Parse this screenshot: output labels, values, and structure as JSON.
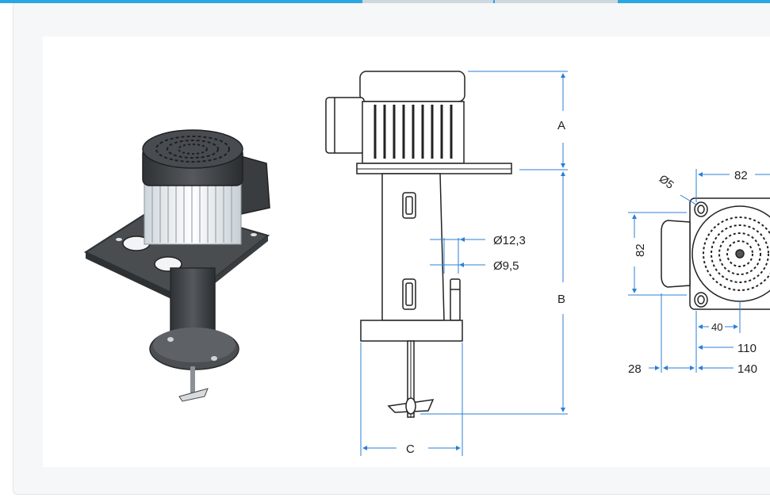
{
  "colors": {
    "accent": "#2aa7e2",
    "tab_inactive": "#cdd8df",
    "panel_bg": "#f6f7f8",
    "dimension_blue": "#2b7fd6",
    "motor_dark": "#3c3f42",
    "fins_light": "#e9eef1"
  },
  "tabs": [
    {
      "state": "active"
    },
    {
      "state": "inactive"
    },
    {
      "state": "inactive"
    }
  ],
  "side_view": {
    "label_a": "A",
    "label_b": "B",
    "label_c": "C",
    "outlet_outer": "Ø12,3",
    "outlet_inner": "Ø9,5"
  },
  "top_view": {
    "hole_diameter": "Ø5",
    "top_width": "82",
    "side_height": "82",
    "dim_40": "40",
    "dim_110": "110",
    "dim_140": "140",
    "dim_28": "28"
  }
}
